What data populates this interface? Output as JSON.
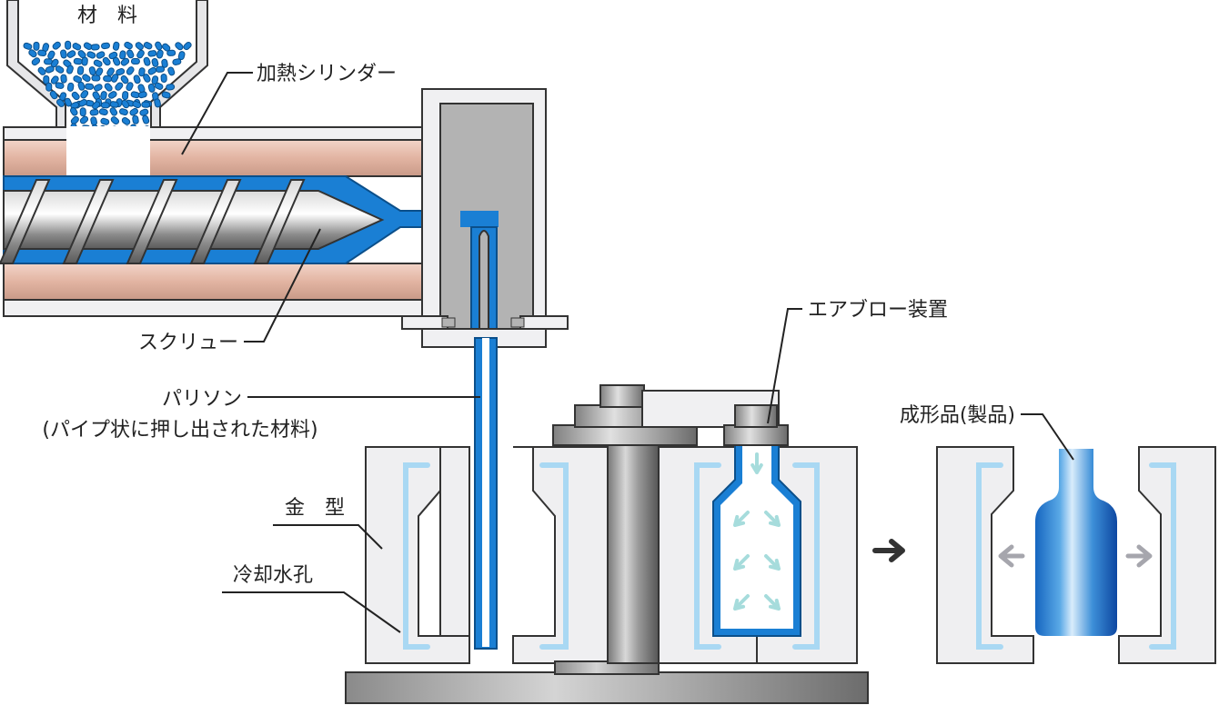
{
  "labels": {
    "material": "材　料",
    "heating_cylinder": "加熱シリンダー",
    "screw": "スクリュー",
    "parison": "パリソン",
    "parison_note": "(パイプ状に押し出された材料)",
    "mold": "金　型",
    "cooling_hole": "冷却水孔",
    "air_blow": "エアブロー装置",
    "product": "成形品(製品)"
  },
  "colors": {
    "resin_blue": "#1a7fd4",
    "cylinder_pink": "#e5b9a9",
    "mold_fill": "#efeff1",
    "cooling_line": "#a9d8f3",
    "air_arrow": "#a6dcdc",
    "metal_gray": "#b3b3b3",
    "arrow_gray": "#a6a6ad"
  },
  "icons": {
    "process_arrow": "right-arrow-icon",
    "air_arrows": "diagonal-arrow-icon",
    "ejection_arrows": "horizontal-arrow-icon"
  }
}
